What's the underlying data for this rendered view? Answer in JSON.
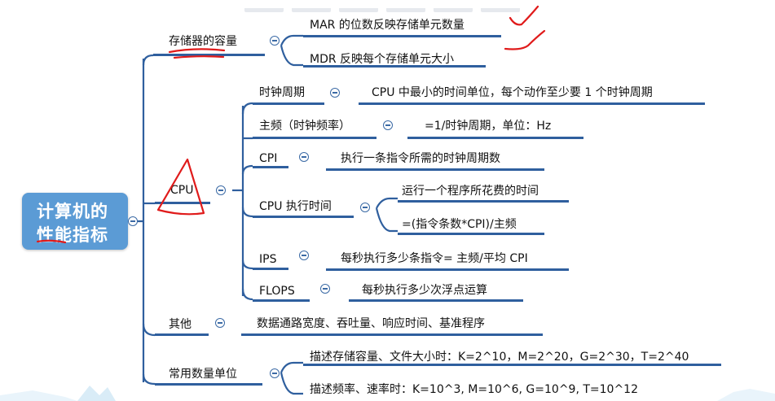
{
  "root": {
    "line1": "计算机的",
    "line2": "性能指标"
  },
  "storage": {
    "label": "存储器的容量",
    "items": [
      "MAR 的位数反映存储单元数量",
      "MDR 反映每个存储单元大小"
    ]
  },
  "cpu": {
    "label": "CPU",
    "clock_period": {
      "label": "时钟周期",
      "desc": "CPU 中最小的时间单位，每个动作至少要 1 个时钟周期"
    },
    "frequency": {
      "label": "主频（时钟频率）",
      "desc": "=1/时钟周期，单位：Hz"
    },
    "cpi": {
      "label": "CPI",
      "desc": "执行一条指令所需的时钟周期数"
    },
    "exec_time": {
      "label": "CPU 执行时间",
      "items": [
        "运行一个程序所花费的时间",
        "=(指令条数*CPI)/主频"
      ]
    },
    "ips": {
      "label": "IPS",
      "desc": "每秒执行多少条指令= 主频/平均 CPI"
    },
    "flops": {
      "label": "FLOPS",
      "desc": "每秒执行多少次浮点运算"
    }
  },
  "other": {
    "label": "其他",
    "desc": "数据通路宽度、吞吐量、响应时间、基准程序"
  },
  "units": {
    "label": "常用数量单位",
    "items": [
      "描述存储容量、文件大小时：K=2^10，M=2^20，G=2^30，T=2^40",
      "描述频率、速率时：K=10^3, M=10^6, G=10^9, T=10^12"
    ]
  },
  "colors": {
    "root_fill": "#5b9bd5",
    "connector": "#2f5f9e",
    "annotation": "#e01b1b"
  }
}
